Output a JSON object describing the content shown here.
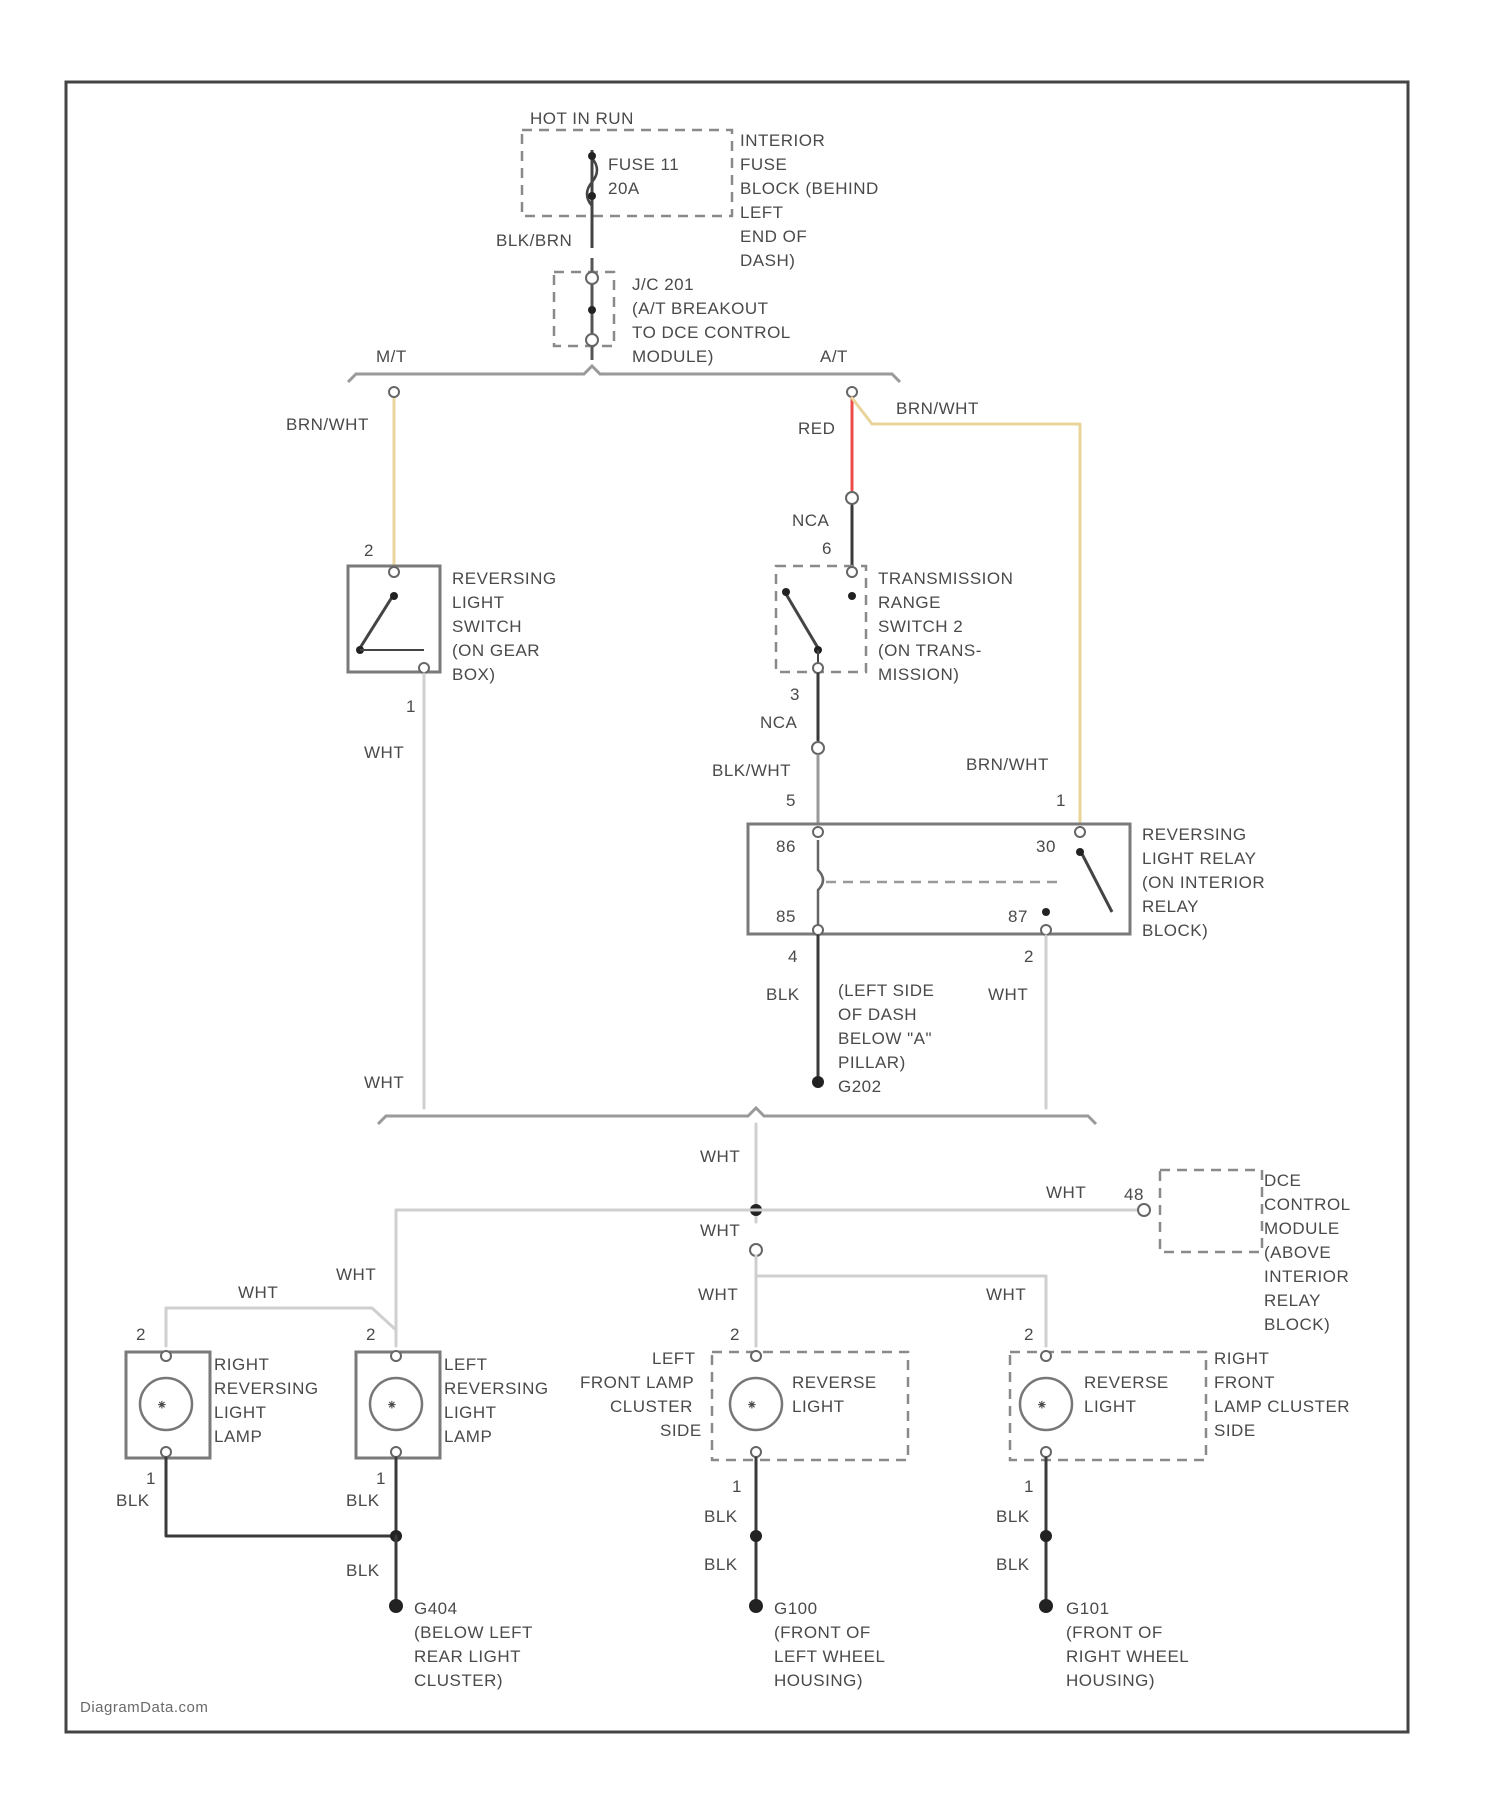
{
  "colors": {
    "frame": "#444444",
    "wire_brn_wht": "#e8d49a",
    "wire_red": "#ee4b4b",
    "wire_blk": "#3a3a3a",
    "wire_wht": "#cfcfcf",
    "wire_gray": "#9a9a9a",
    "node": "#222222"
  },
  "fuse": {
    "header": "HOT IN RUN",
    "name": "FUSE 11",
    "amps": "20A",
    "location": [
      "INTERIOR",
      "FUSE",
      "BLOCK (BEHIND",
      "LEFT",
      "END OF",
      "DASH)"
    ],
    "out_wire": "BLK/BRN"
  },
  "jumper": {
    "label": [
      "J/C 201",
      "(A/T BREAKOUT",
      "TO DCE CONTROL",
      "MODULE)"
    ]
  },
  "branches": {
    "mt": "M/T",
    "at": "A/T"
  },
  "mt_branch": {
    "wire_top": "BRN/WHT",
    "pin_top": "2",
    "pin_bottom": "1",
    "switch_label": [
      "REVERSING",
      "LIGHT",
      "SWITCH",
      "(ON GEAR",
      "BOX)"
    ],
    "wire_bottom": "WHT",
    "wire_bottom2": "WHT"
  },
  "at_branch": {
    "wire_red": "RED",
    "wire_brn": "BRN/WHT",
    "nca_top": "NCA",
    "pin6": "6",
    "range_label": [
      "TRANSMISSION",
      "RANGE",
      "SWITCH 2",
      "(ON TRANS-",
      "MISSION)"
    ],
    "pin3": "3",
    "nca_bottom": "NCA",
    "wire_blkwht": "BLK/WHT",
    "wire_brnwht2": "BRN/WHT",
    "pin5": "5",
    "pin1": "1"
  },
  "relay": {
    "label": [
      "REVERSING",
      "LIGHT RELAY",
      "(ON INTERIOR",
      "RELAY",
      "BLOCK)"
    ],
    "pin86": "86",
    "pin85": "85",
    "pin30": "30",
    "pin87": "87",
    "pin_a": "4",
    "pin_b": "2",
    "wire_blk": "BLK",
    "wire_wht": "WHT",
    "ground_label": [
      "(LEFT SIDE",
      "OF DASH",
      "BELOW \"A\"",
      "PILLAR)",
      "G202"
    ]
  },
  "bus_wires": {
    "wht_left": "WHT",
    "wht_mid": "WHT",
    "wht_to_module": "WHT",
    "wht_below_node": "WHT",
    "module_pin": "48",
    "wht_to_left_lamp": "WHT",
    "wht_to_right_lamp": "WHT",
    "wht_front_left": "WHT",
    "wht_front_right": "WHT"
  },
  "dce_module": {
    "label": [
      "DCE",
      "CONTROL",
      "MODULE",
      "(ABOVE",
      "INTERIOR",
      "RELAY",
      "BLOCK)"
    ]
  },
  "lamps": [
    {
      "label": [
        "RIGHT",
        "REVERSING",
        "LIGHT",
        "LAMP"
      ],
      "pin_top": "2",
      "pin_bottom": "1",
      "wire": "BLK"
    },
    {
      "label": [
        "LEFT",
        "REVERSING",
        "LIGHT",
        "LAMP"
      ],
      "pin_top": "2",
      "pin_bottom": "1",
      "wire": "BLK"
    },
    {
      "label": [
        "REVERSE",
        "LIGHT"
      ],
      "side": [
        "LEFT",
        "FRONT LAMP",
        "CLUSTER",
        "SIDE"
      ],
      "pin_top": "2",
      "pin_bottom": "1",
      "wire": "BLK"
    },
    {
      "label": [
        "REVERSE",
        "LIGHT"
      ],
      "side": [
        "RIGHT",
        "FRONT",
        "LAMP CLUSTER",
        "SIDE"
      ],
      "pin_top": "2",
      "pin_bottom": "1",
      "wire": "BLK"
    }
  ],
  "grounds": [
    {
      "wire": "BLK",
      "label": [
        "G404",
        "(BELOW LEFT",
        "REAR LIGHT",
        "CLUSTER)"
      ]
    },
    {
      "wire": "BLK",
      "label": [
        "G100",
        "(FRONT OF",
        "LEFT WHEEL",
        "HOUSING)"
      ]
    },
    {
      "wire": "BLK",
      "label": [
        "G101",
        "(FRONT OF",
        "RIGHT WHEEL",
        "HOUSING)"
      ]
    }
  ],
  "watermark": "DiagramData.com"
}
